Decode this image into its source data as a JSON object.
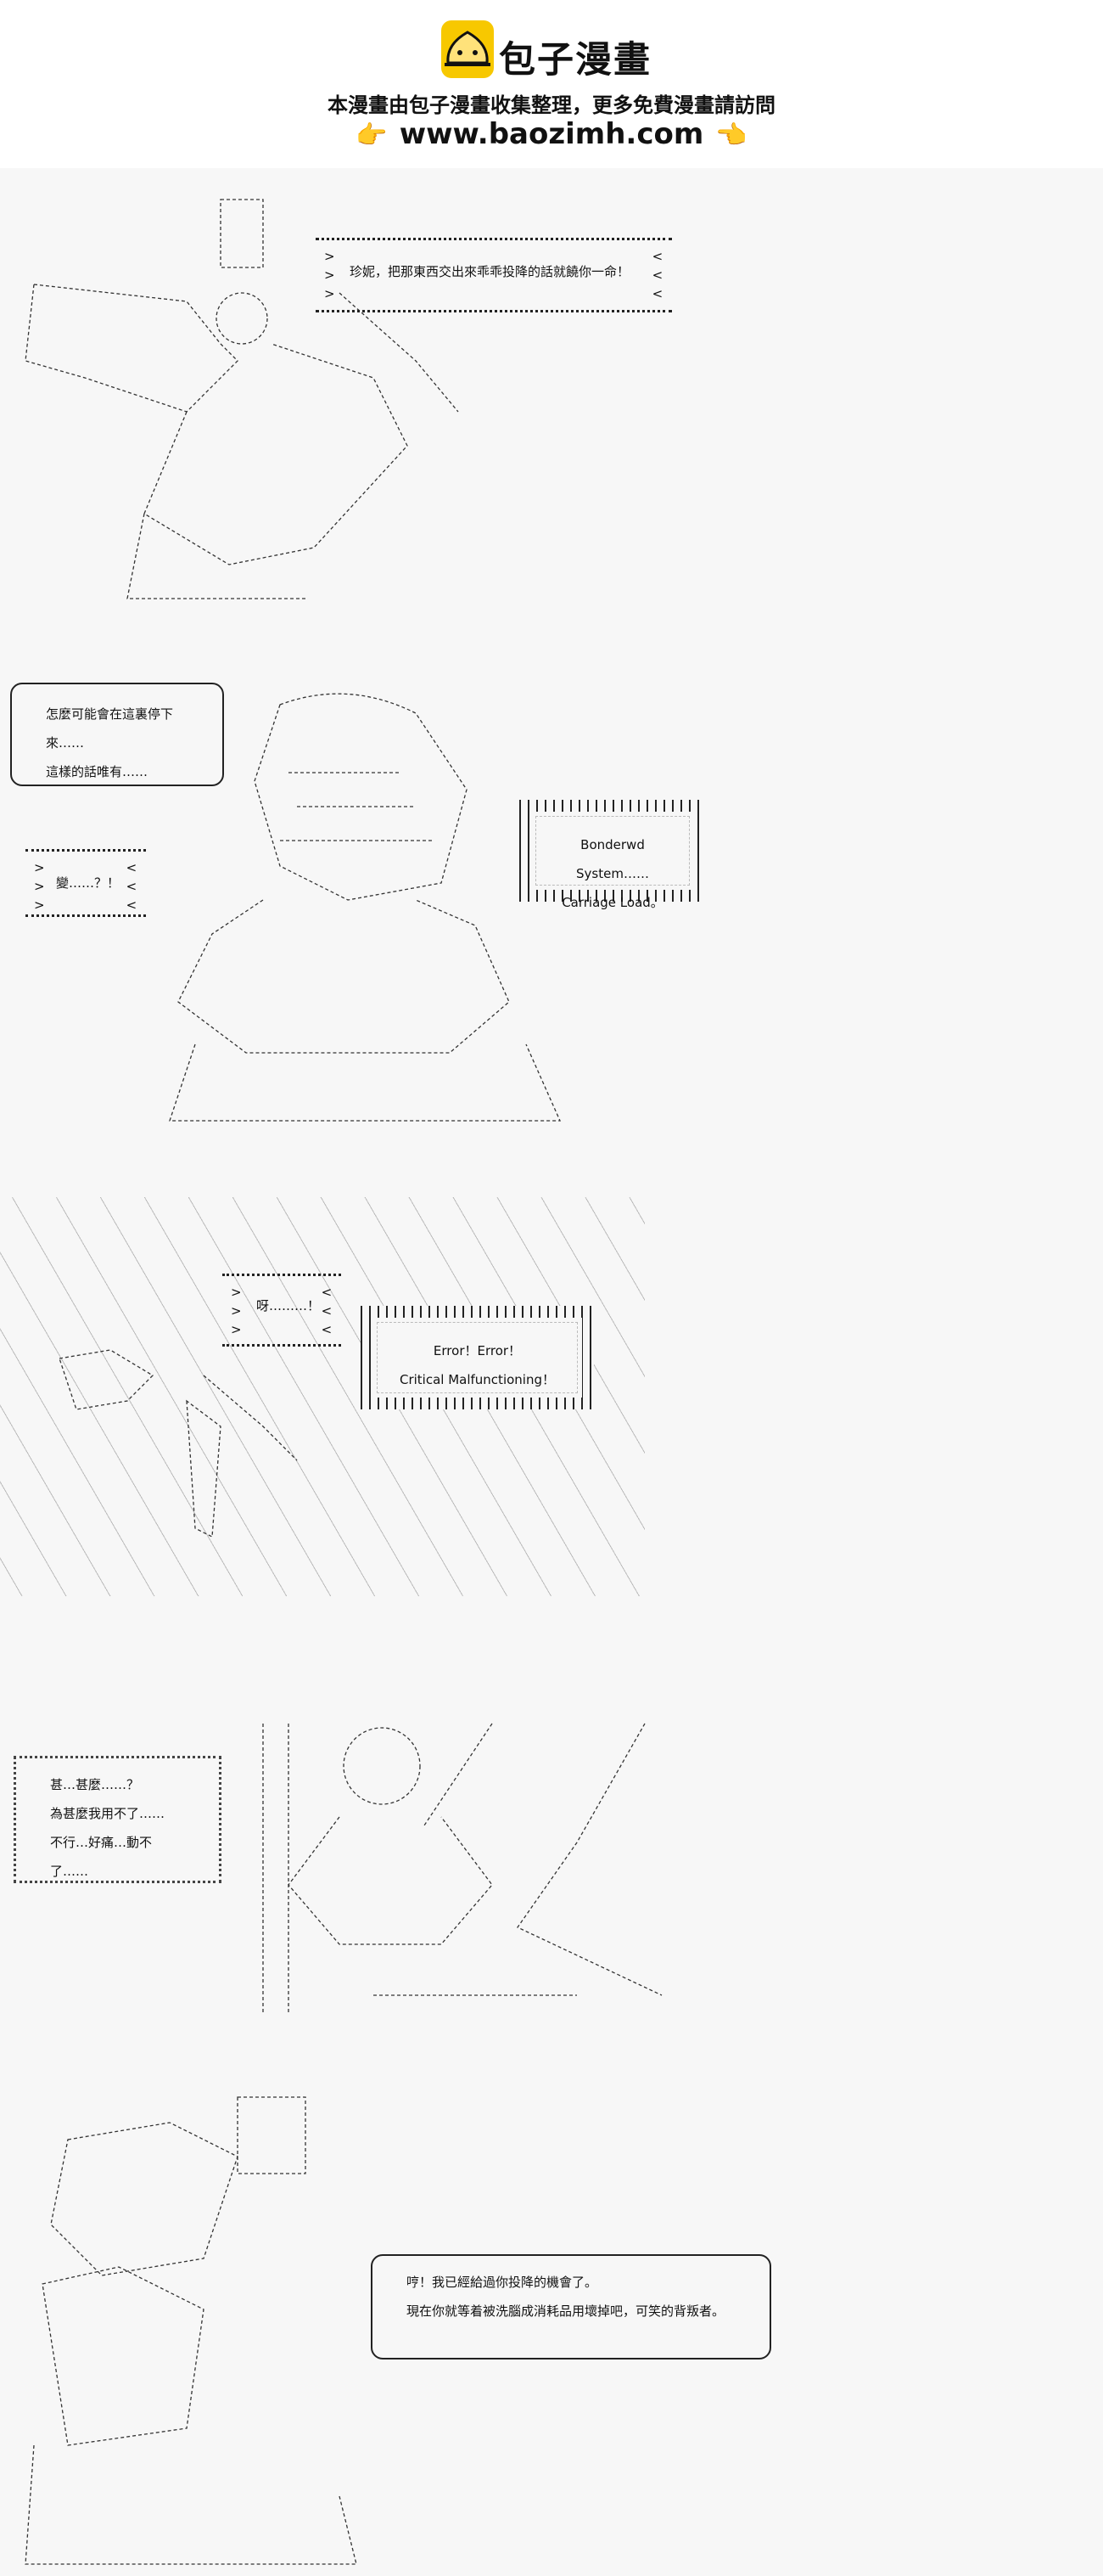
{
  "header": {
    "brand_name": "包子漫畫",
    "slogan": "本漫畫由包子漫畫收集整理，更多免費漫畫請訪問",
    "url": "www.baozimh.com",
    "hand_icon": "👉",
    "hand_icon_right": "👈",
    "accent_color": "#f7c800"
  },
  "panels": [
    {
      "bubbles": [
        {
          "lines": [
            "珍妮，把那東西交出來乖乖投降的話就饒你一命！"
          ]
        }
      ]
    },
    {
      "bubbles": [
        {
          "lines": [
            "怎麼可能會在這裏停下來……",
            "這樣的話唯有……"
          ]
        },
        {
          "lines": [
            "變……？！"
          ]
        },
        {
          "lines": [
            "Bonderwd System……",
            "Carriage Load。"
          ]
        }
      ]
    },
    {
      "bubbles": [
        {
          "lines": [
            "呀………！"
          ]
        },
        {
          "lines": [
            "Error！Error！",
            "Critical Malfunctioning！"
          ]
        }
      ]
    },
    {
      "bubbles": [
        {
          "lines": [
            "甚…甚麼……？",
            "為甚麼我用不了……",
            "不行…好痛…動不了……"
          ]
        }
      ]
    },
    {
      "bubbles": [
        {
          "lines": [
            "哼！我已經給過你投降的機會了。",
            "現在你就等着被洗腦成消耗品用壞掉吧，可笑的背叛者。"
          ]
        }
      ]
    }
  ]
}
